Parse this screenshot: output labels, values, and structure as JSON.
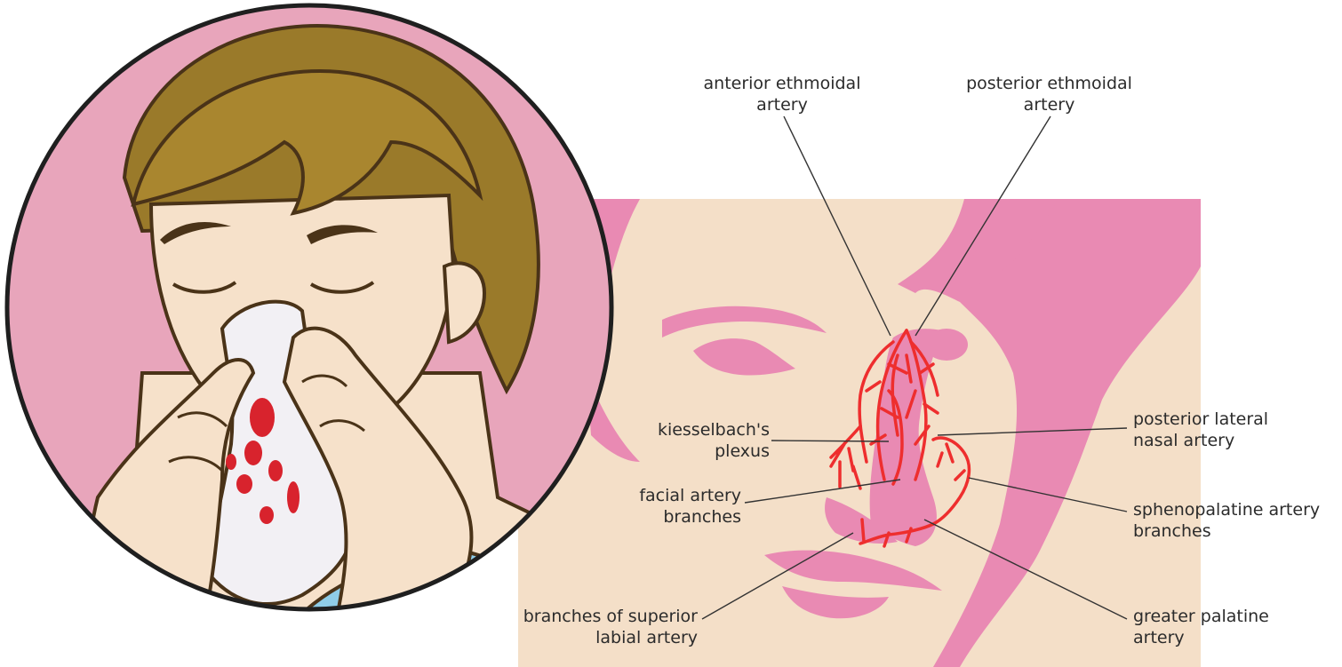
{
  "labels": {
    "anterior_ethmoidal": [
      "anterior ethmoidal",
      "artery"
    ],
    "posterior_ethmoidal": [
      "posterior ethmoidal",
      "artery"
    ],
    "kiesselbach": [
      "kiesselbach's",
      "plexus"
    ],
    "facial_artery": [
      "facial artery",
      "branches"
    ],
    "superior_labial": [
      "branches of superior",
      "labial artery"
    ],
    "posterior_lateral_nasal": [
      "posterior lateral",
      "nasal artery"
    ],
    "sphenopalatine": [
      "sphenopalatine artery",
      "branches"
    ],
    "greater_palatine": [
      "greater palatine",
      "artery"
    ]
  },
  "colors": {
    "panel_bg": "#f4dfc8",
    "face_pink": "#e98ab3",
    "artery_red": "#ee2e2e",
    "circle_bg": "#e8a5bb",
    "skin": "#f6e1ca",
    "hair": "#9a7a2a",
    "outline": "#4a3318",
    "tissue": "#f2f0f4",
    "blood": "#d8232d",
    "shirt": "#8fcde8",
    "leader_line": "#333333"
  }
}
